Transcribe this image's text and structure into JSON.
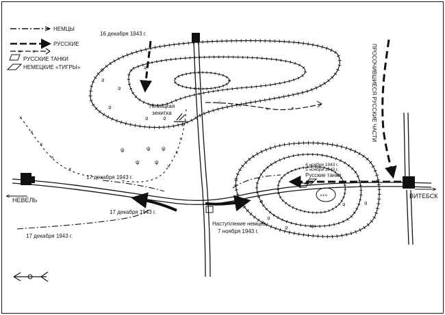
{
  "legend": {
    "germans": "НЕМЦЫ",
    "russians": "РУССКИЕ",
    "russian_tanks": "РУССКИЕ ТАНКИ",
    "german_tigers": "НЕМЕЦКИЕ «ТИГРЫ»"
  },
  "labels": {
    "dec16": "16 декабря 1943 г.",
    "flak_line1": "Немецкая",
    "flak_line2": "зенитка",
    "dec17_road": "17 декабря 1943 г.",
    "dec17_arrow": "17 декабря 1943 г.",
    "dec17_bottom": "17 декабря 1943 г.",
    "german_advance_line1": "Наступление немцев",
    "german_advance_line2": "7 ноября 1943 г.",
    "nov4": "4 ноября 1943 г.",
    "nov5": "5 ноября 1943 г.",
    "russian_tanks_label": "Русские танки",
    "breakthrough": "ПРОСОЧИВШИЕСЯ РУССКИЕ ЧАСТИ"
  },
  "cities": {
    "nevel": "НЕВЕЛЬ",
    "vitebsk": "ВИТЕБСК"
  },
  "colors": {
    "ink": "#111111",
    "paper": "#ffffff"
  }
}
